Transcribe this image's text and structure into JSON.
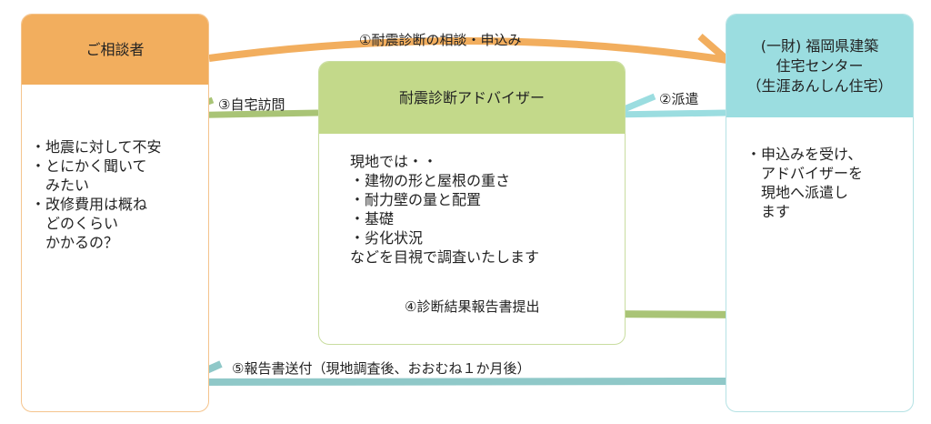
{
  "consultant": {
    "title": "ご相談者",
    "body": "・地震に対して不安\n・とにかく聞いて\n　みたい\n・改修費用は概ね\n　どのくらい\n　かかるの？"
  },
  "advisor": {
    "title": "耐震診断アドバイザー",
    "body": "現地では・・\n・建物の形と屋根の重さ\n・耐力壁の量と配置\n・基礎\n・劣化状況\nなどを目視で調査いたします"
  },
  "center": {
    "title": "(一財) 福岡県建築\n住宅センター\n（生涯あんしん住宅）",
    "body": "・申込みを受け、\n　アドバイザーを\n　現地へ派遣し\n　ます"
  },
  "arrows": [
    {
      "label": "①耐震診断の相談・申込み",
      "color": "#F2AE5E"
    },
    {
      "label": "②派遣",
      "color": "#9BDDE0"
    },
    {
      "label": "③自宅訪問",
      "color": "#A9C476"
    },
    {
      "label": "④診断結果報告書提出",
      "color": "#A9C476"
    },
    {
      "label": "⑤報告書送付（現地調査後、おおむね１か月後）",
      "color": "#8FC8C8"
    }
  ]
}
